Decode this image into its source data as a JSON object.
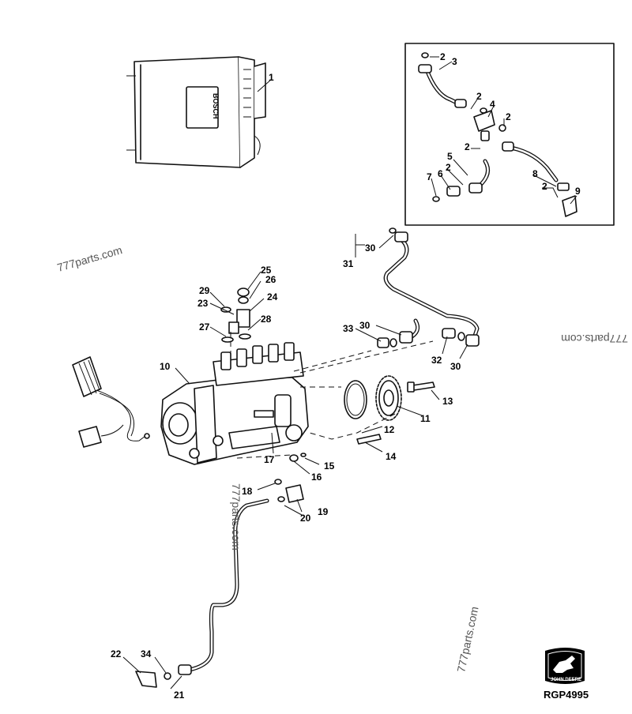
{
  "diagram": {
    "reference": "RGP4995",
    "brand_text": "JOHN DEERE",
    "ecu_label": "BOSCH",
    "watermarks": [
      "777parts.com",
      "777parts.com",
      "777parts.com",
      "777parts.com"
    ],
    "callouts": [
      {
        "id": "1",
        "text": "1"
      },
      {
        "id": "2a",
        "text": "2"
      },
      {
        "id": "3",
        "text": "3"
      },
      {
        "id": "2b",
        "text": "2"
      },
      {
        "id": "4",
        "text": "4"
      },
      {
        "id": "2c",
        "text": "2"
      },
      {
        "id": "2d",
        "text": "2"
      },
      {
        "id": "5",
        "text": "5"
      },
      {
        "id": "2e",
        "text": "2"
      },
      {
        "id": "7",
        "text": "7"
      },
      {
        "id": "6",
        "text": "6"
      },
      {
        "id": "8",
        "text": "8"
      },
      {
        "id": "2f",
        "text": "2"
      },
      {
        "id": "9",
        "text": "9"
      },
      {
        "id": "30a",
        "text": "30"
      },
      {
        "id": "31",
        "text": "31"
      },
      {
        "id": "25",
        "text": "25"
      },
      {
        "id": "26",
        "text": "26"
      },
      {
        "id": "29",
        "text": "29"
      },
      {
        "id": "24",
        "text": "24"
      },
      {
        "id": "23",
        "text": "23"
      },
      {
        "id": "28",
        "text": "28"
      },
      {
        "id": "27",
        "text": "27"
      },
      {
        "id": "33",
        "text": "33"
      },
      {
        "id": "30b",
        "text": "30"
      },
      {
        "id": "32",
        "text": "32"
      },
      {
        "id": "30c",
        "text": "30"
      },
      {
        "id": "10",
        "text": "10"
      },
      {
        "id": "13",
        "text": "13"
      },
      {
        "id": "11",
        "text": "11"
      },
      {
        "id": "12",
        "text": "12"
      },
      {
        "id": "14",
        "text": "14"
      },
      {
        "id": "17",
        "text": "17"
      },
      {
        "id": "15",
        "text": "15"
      },
      {
        "id": "16",
        "text": "16"
      },
      {
        "id": "18",
        "text": "18"
      },
      {
        "id": "19",
        "text": "19"
      },
      {
        "id": "20",
        "text": "20"
      },
      {
        "id": "22",
        "text": "22"
      },
      {
        "id": "34",
        "text": "34"
      },
      {
        "id": "21",
        "text": "21"
      }
    ]
  }
}
